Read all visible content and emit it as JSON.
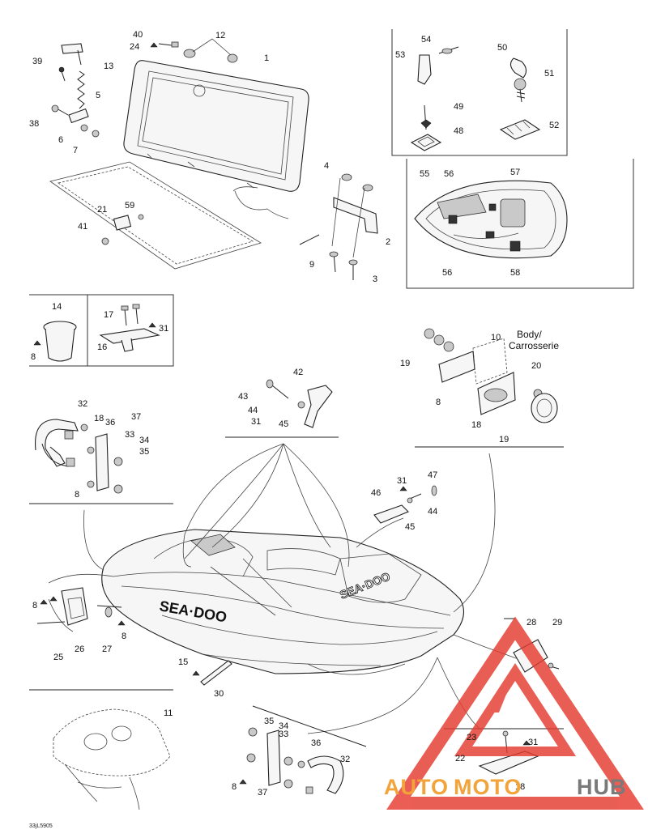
{
  "callouts": {
    "c1": "1",
    "c2": "2",
    "c3": "3",
    "c4": "4",
    "c5": "5",
    "c6": "6",
    "c7": "7",
    "c8a": "8",
    "c8b": "8",
    "c8c": "8",
    "c8d": "8",
    "c8e": "8",
    "c8f": "8",
    "c9": "9",
    "c10": "10",
    "c11": "11",
    "c12": "12",
    "c13": "13",
    "c14": "14",
    "c15": "15",
    "c16": "16",
    "c17": "17",
    "c18a": "18",
    "c18b": "18",
    "c18c": "18",
    "c19a": "19",
    "c19b": "19",
    "c20": "20",
    "c21": "21",
    "c22": "22",
    "c23": "23",
    "c24": "24",
    "c25": "25",
    "c26": "26",
    "c27": "27",
    "c28": "28",
    "c29": "29",
    "c30": "30",
    "c31a": "31",
    "c31b": "31",
    "c31c": "31",
    "c31d": "31",
    "c32a": "32",
    "c32b": "32",
    "c33a": "33",
    "c33b": "33",
    "c34a": "34",
    "c34b": "34",
    "c35a": "35",
    "c35b": "35",
    "c36a": "36",
    "c36b": "36",
    "c37a": "37",
    "c37b": "37",
    "c38": "38",
    "c39": "39",
    "c40": "40",
    "c41": "41",
    "c42": "42",
    "c43": "43",
    "c44a": "44",
    "c44b": "44",
    "c45a": "45",
    "c45b": "45",
    "c46": "46",
    "c47": "47",
    "c48": "48",
    "c49": "49",
    "c50": "50",
    "c51": "51",
    "c52": "52",
    "c53": "53",
    "c54": "54",
    "c55": "55",
    "c56a": "56",
    "c56b": "56",
    "c57": "57",
    "c58": "58",
    "c59": "59"
  },
  "body_label": {
    "line1": "Body/",
    "line2": "Carrosserie"
  },
  "hull_brand": "SEA·DOO",
  "console_brand": "SEA·DOO",
  "drawing_code": "33jL5905",
  "watermark": {
    "part1": "AUTO",
    "part2": "MOTO",
    "part3": "HUB"
  },
  "colors": {
    "watermark_red": "#e53b2f",
    "watermark_orange": "#f2a33a",
    "watermark_gray": "#7a7a7a"
  }
}
